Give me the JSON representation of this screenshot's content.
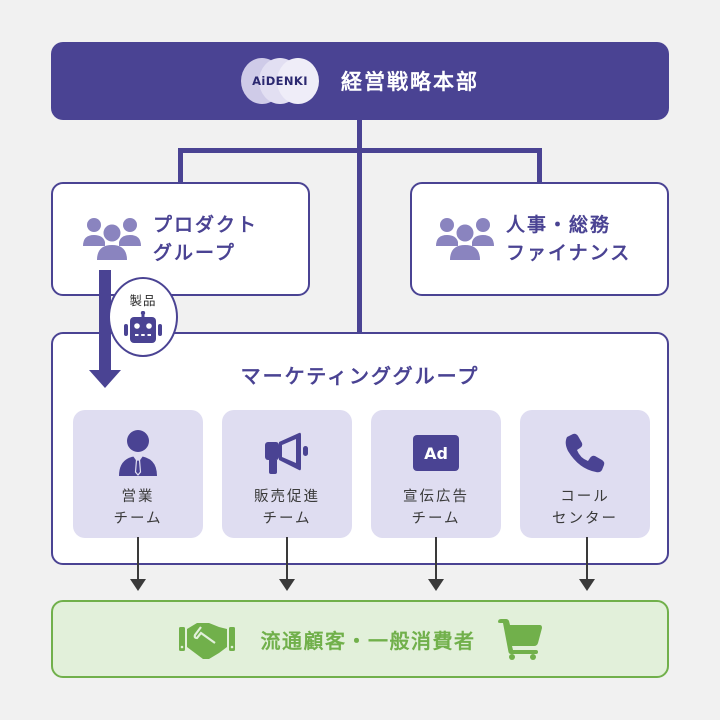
{
  "colors": {
    "primary": "#4a4393",
    "primary_light": "#dfddf1",
    "icon_muted": "#8a84bf",
    "green": "#71b04b",
    "green_bg": "#e2f0da",
    "background": "#f1f1f1",
    "arrow": "#3a3a3a"
  },
  "headquarters": {
    "logo_text": "AiDENKI",
    "title": "経営戦略本部"
  },
  "product_group": {
    "icon": "people-group-icon",
    "title_line1": "プロダクト",
    "title_line2": "グループ"
  },
  "admin_group": {
    "icon": "people-group-icon",
    "title_line1": "人事・総務",
    "title_line2": "ファイナンス"
  },
  "product_flow": {
    "label": "製品",
    "icon": "robot-icon"
  },
  "marketing_group": {
    "title": "マーケティンググループ",
    "teams": [
      {
        "icon": "businessperson-icon",
        "line1": "営業",
        "line2": "チーム"
      },
      {
        "icon": "megaphone-icon",
        "line1": "販売促進",
        "line2": "チーム"
      },
      {
        "icon": "ad-icon",
        "icon_text": "Ad",
        "line1": "宣伝広告",
        "line2": "チーム"
      },
      {
        "icon": "phone-icon",
        "line1": "コール",
        "line2": "センター"
      }
    ]
  },
  "customers": {
    "left_icon": "handshake-icon",
    "title": "流通顧客・一般消費者",
    "right_icon": "cart-icon"
  }
}
